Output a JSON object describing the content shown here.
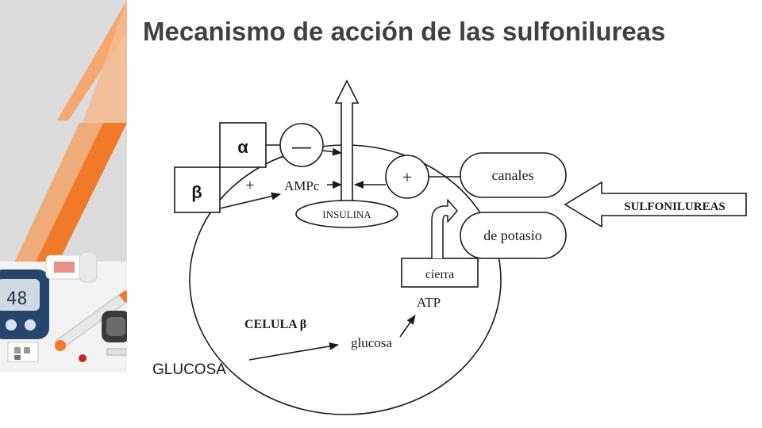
{
  "slide": {
    "title": "Mecanismo de acción de las sulfonilureas"
  },
  "diagram": {
    "alpha_label": "α",
    "beta_label": "β",
    "minus_sign": "—",
    "plus_left": "+",
    "plus_right": "+",
    "ampc_label": "AMPc",
    "insulina_label": "INSULINA",
    "canales_label": "canales",
    "potasio_label": "de potasio",
    "sulfonilureas_label": "SULFONILUREAS",
    "cierra_label": "cierra",
    "atp_label": "ATP",
    "celula_label": "CELULA β",
    "glucosa_inner_label": "glucosa",
    "glucosa_outer_label": "GLUCOSA"
  },
  "colors": {
    "side_background": "#dcdcdc",
    "accent_orange": "#f07a2a",
    "accent_light_orange": "#f6a76f",
    "title_text": "#404040",
    "diagram_stroke": "#1a1a1a"
  }
}
